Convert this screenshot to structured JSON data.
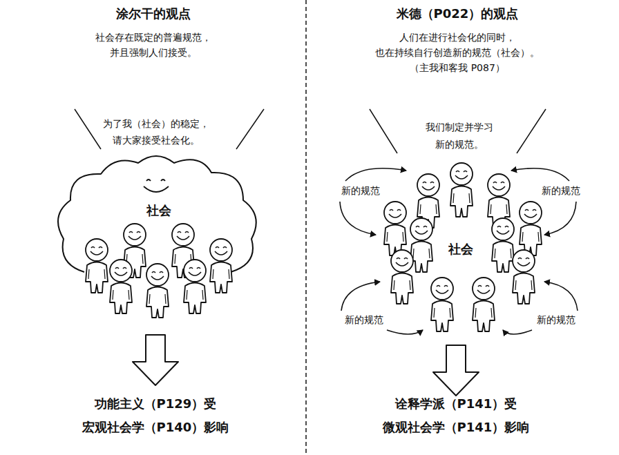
{
  "diagram": {
    "nodes": [
      {
        "text": [
          "社会"
        ]
      }
    ],
    "labels": [
      "涂尔干的观点",
      "社会存在既定的普遍规范， 并且强制人们接受。",
      "为了我（社会）的稳定， 请大家接受社会化。",
      "功能主义（P129）受 宏观社会学（P140）影响",
      "米德（P022）的观点",
      "人们在进行社会化的同时， 也在持续自行创造新的规范（社会）。",
      "（主我和客我 P087）",
      "我们制定并学习 新的规范。",
      "新的规范",
      "新的规范",
      "社会",
      "新的规范",
      "新的规范",
      "诠释学派（P141）受 微观社会学（P141）影响"
    ]
  }
}
